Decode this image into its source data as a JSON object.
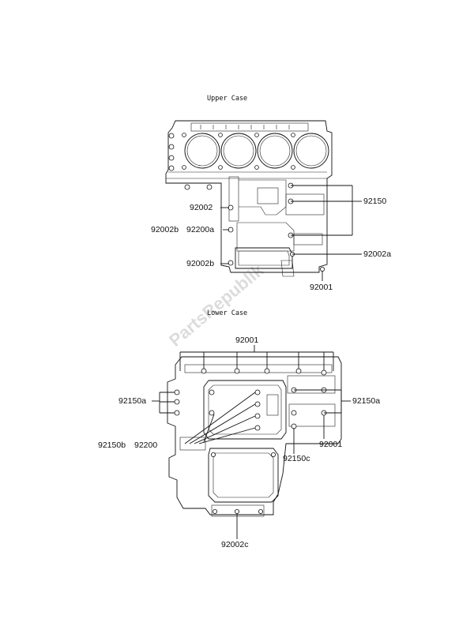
{
  "upper": {
    "title": "Upper Case",
    "labels": {
      "l92150": "92150",
      "l92002": "92002",
      "l92002b_1": "92002b",
      "l92200a": "92200a",
      "l92002a": "92002a",
      "l92002b_2": "92002b",
      "l92001": "92001"
    }
  },
  "lower": {
    "title": "Lower Case",
    "labels": {
      "l92001_top": "92001",
      "l92150a_left": "92150a",
      "l92150a_right": "92150a",
      "l92150b": "92150b",
      "l92200": "92200",
      "l92001_right": "92001",
      "l92150c": "92150c",
      "l92002c": "92002c"
    }
  },
  "watermark": "PartsRepublik"
}
